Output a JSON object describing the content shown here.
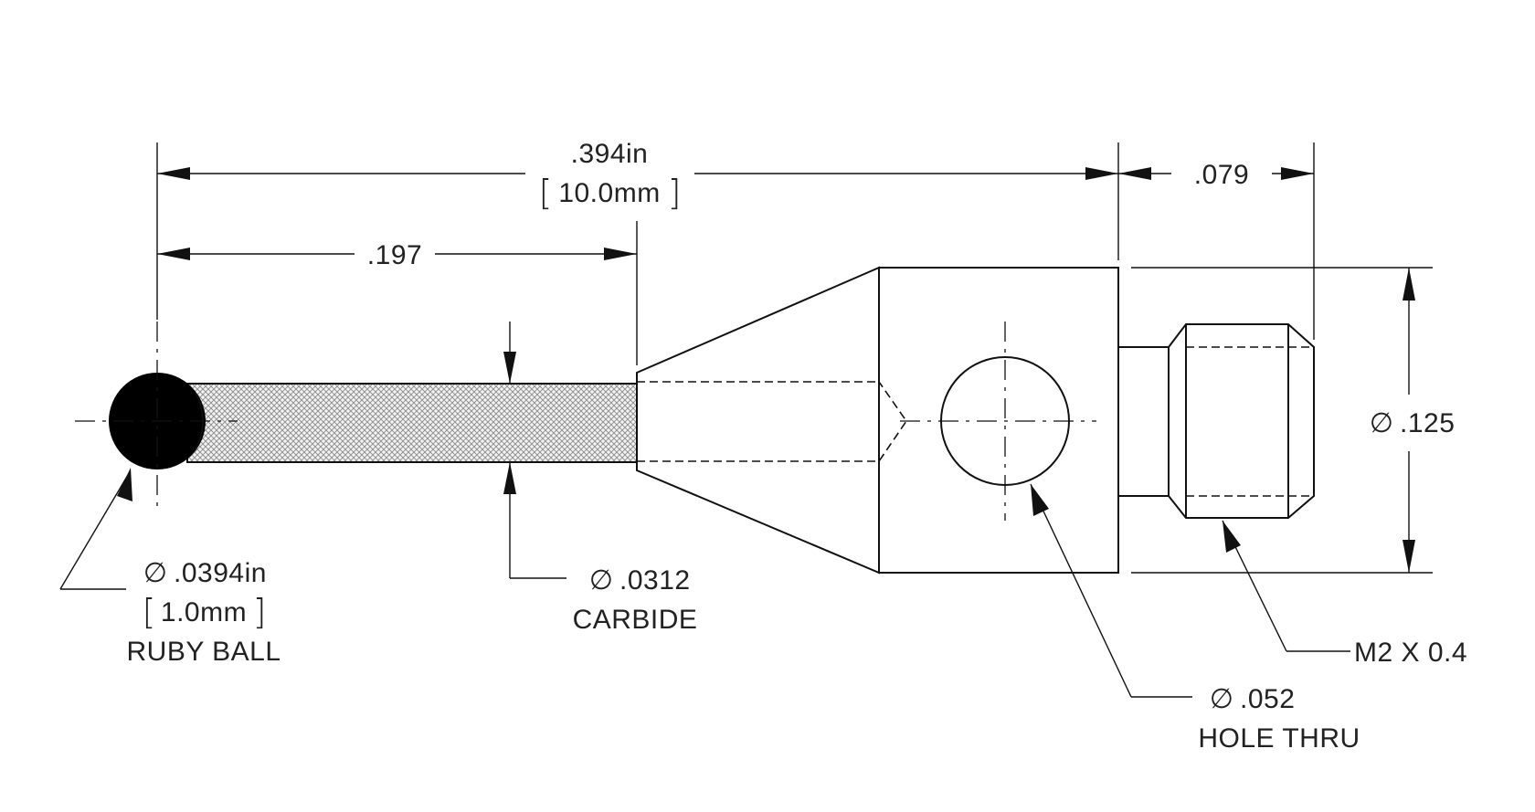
{
  "dimensions": {
    "overall_length": {
      "value": ".394in",
      "metric": "10.0mm"
    },
    "stem_length": ".197",
    "thread_length": ".079",
    "body_diameter": ".125"
  },
  "callouts": {
    "ball": {
      "diameter": ".0394in",
      "metric": "1.0mm",
      "material": "RUBY BALL"
    },
    "stem": {
      "diameter": ".0312",
      "material": "CARBIDE"
    },
    "hole": {
      "diameter": ".052",
      "note": "HOLE THRU"
    },
    "thread": {
      "spec": "M2 X 0.4"
    }
  },
  "symbols": {
    "diameter": "∅"
  },
  "colors": {
    "ink": "#111111",
    "ball_fill": "#000000",
    "stem_hatch": "#8a8a8a",
    "background": "#ffffff"
  }
}
